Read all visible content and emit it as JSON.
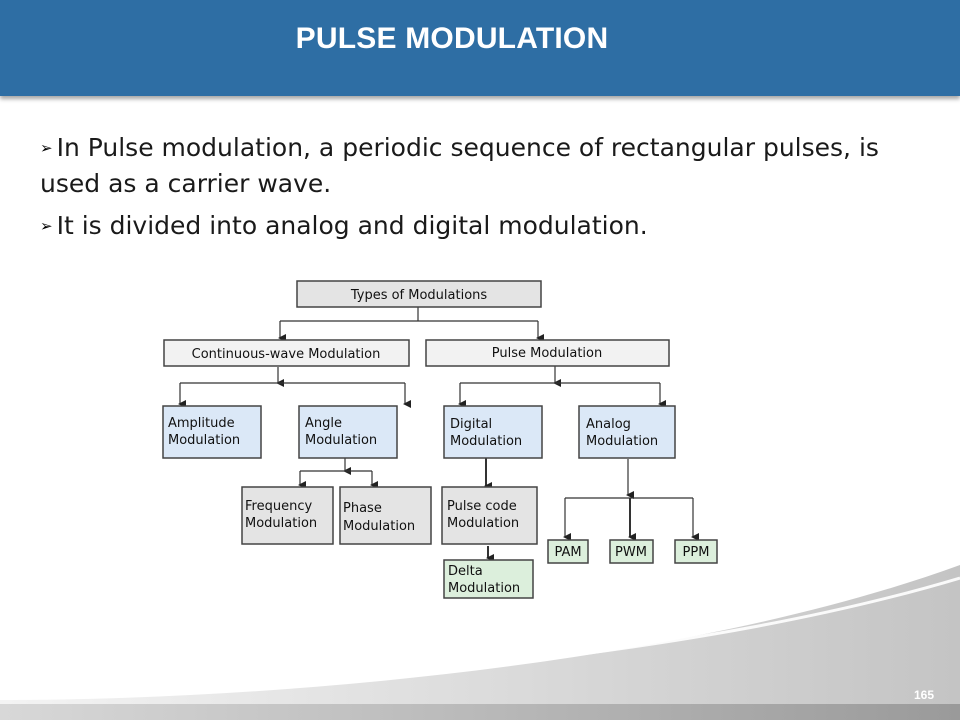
{
  "slide": {
    "title": "PULSE MODULATION",
    "bullets": [
      "In Pulse modulation, a periodic sequence of rectangular pulses, is used as a carrier wave.",
      "It is divided into analog and digital modulation."
    ],
    "page_number": "165",
    "bullet_icon": "arrowhead-bullet-icon"
  },
  "diagram": {
    "root": "Types of Modulations",
    "continuous": "Continuous-wave Modulation",
    "pulse": "Pulse Modulation",
    "amplitude": [
      "Amplitude",
      "Modulation"
    ],
    "angle": [
      "Angle",
      "Modulation"
    ],
    "frequency": [
      "Frequency",
      "Modulation"
    ],
    "phase": [
      "Phase",
      "Modulation"
    ],
    "digital": [
      "Digital",
      "Modulation"
    ],
    "analog": [
      "Analog",
      "Modulation"
    ],
    "pcm": [
      "Pulse code",
      "Modulation"
    ],
    "delta": [
      "Delta",
      "Modulation"
    ],
    "pam": "PAM",
    "pwm": "PWM",
    "ppm": "PPM"
  },
  "colors": {
    "header": "#2e6ea4",
    "box_gray": "#e4e4e4",
    "box_blue": "#dbe8f7",
    "box_green": "#dcefdc"
  }
}
